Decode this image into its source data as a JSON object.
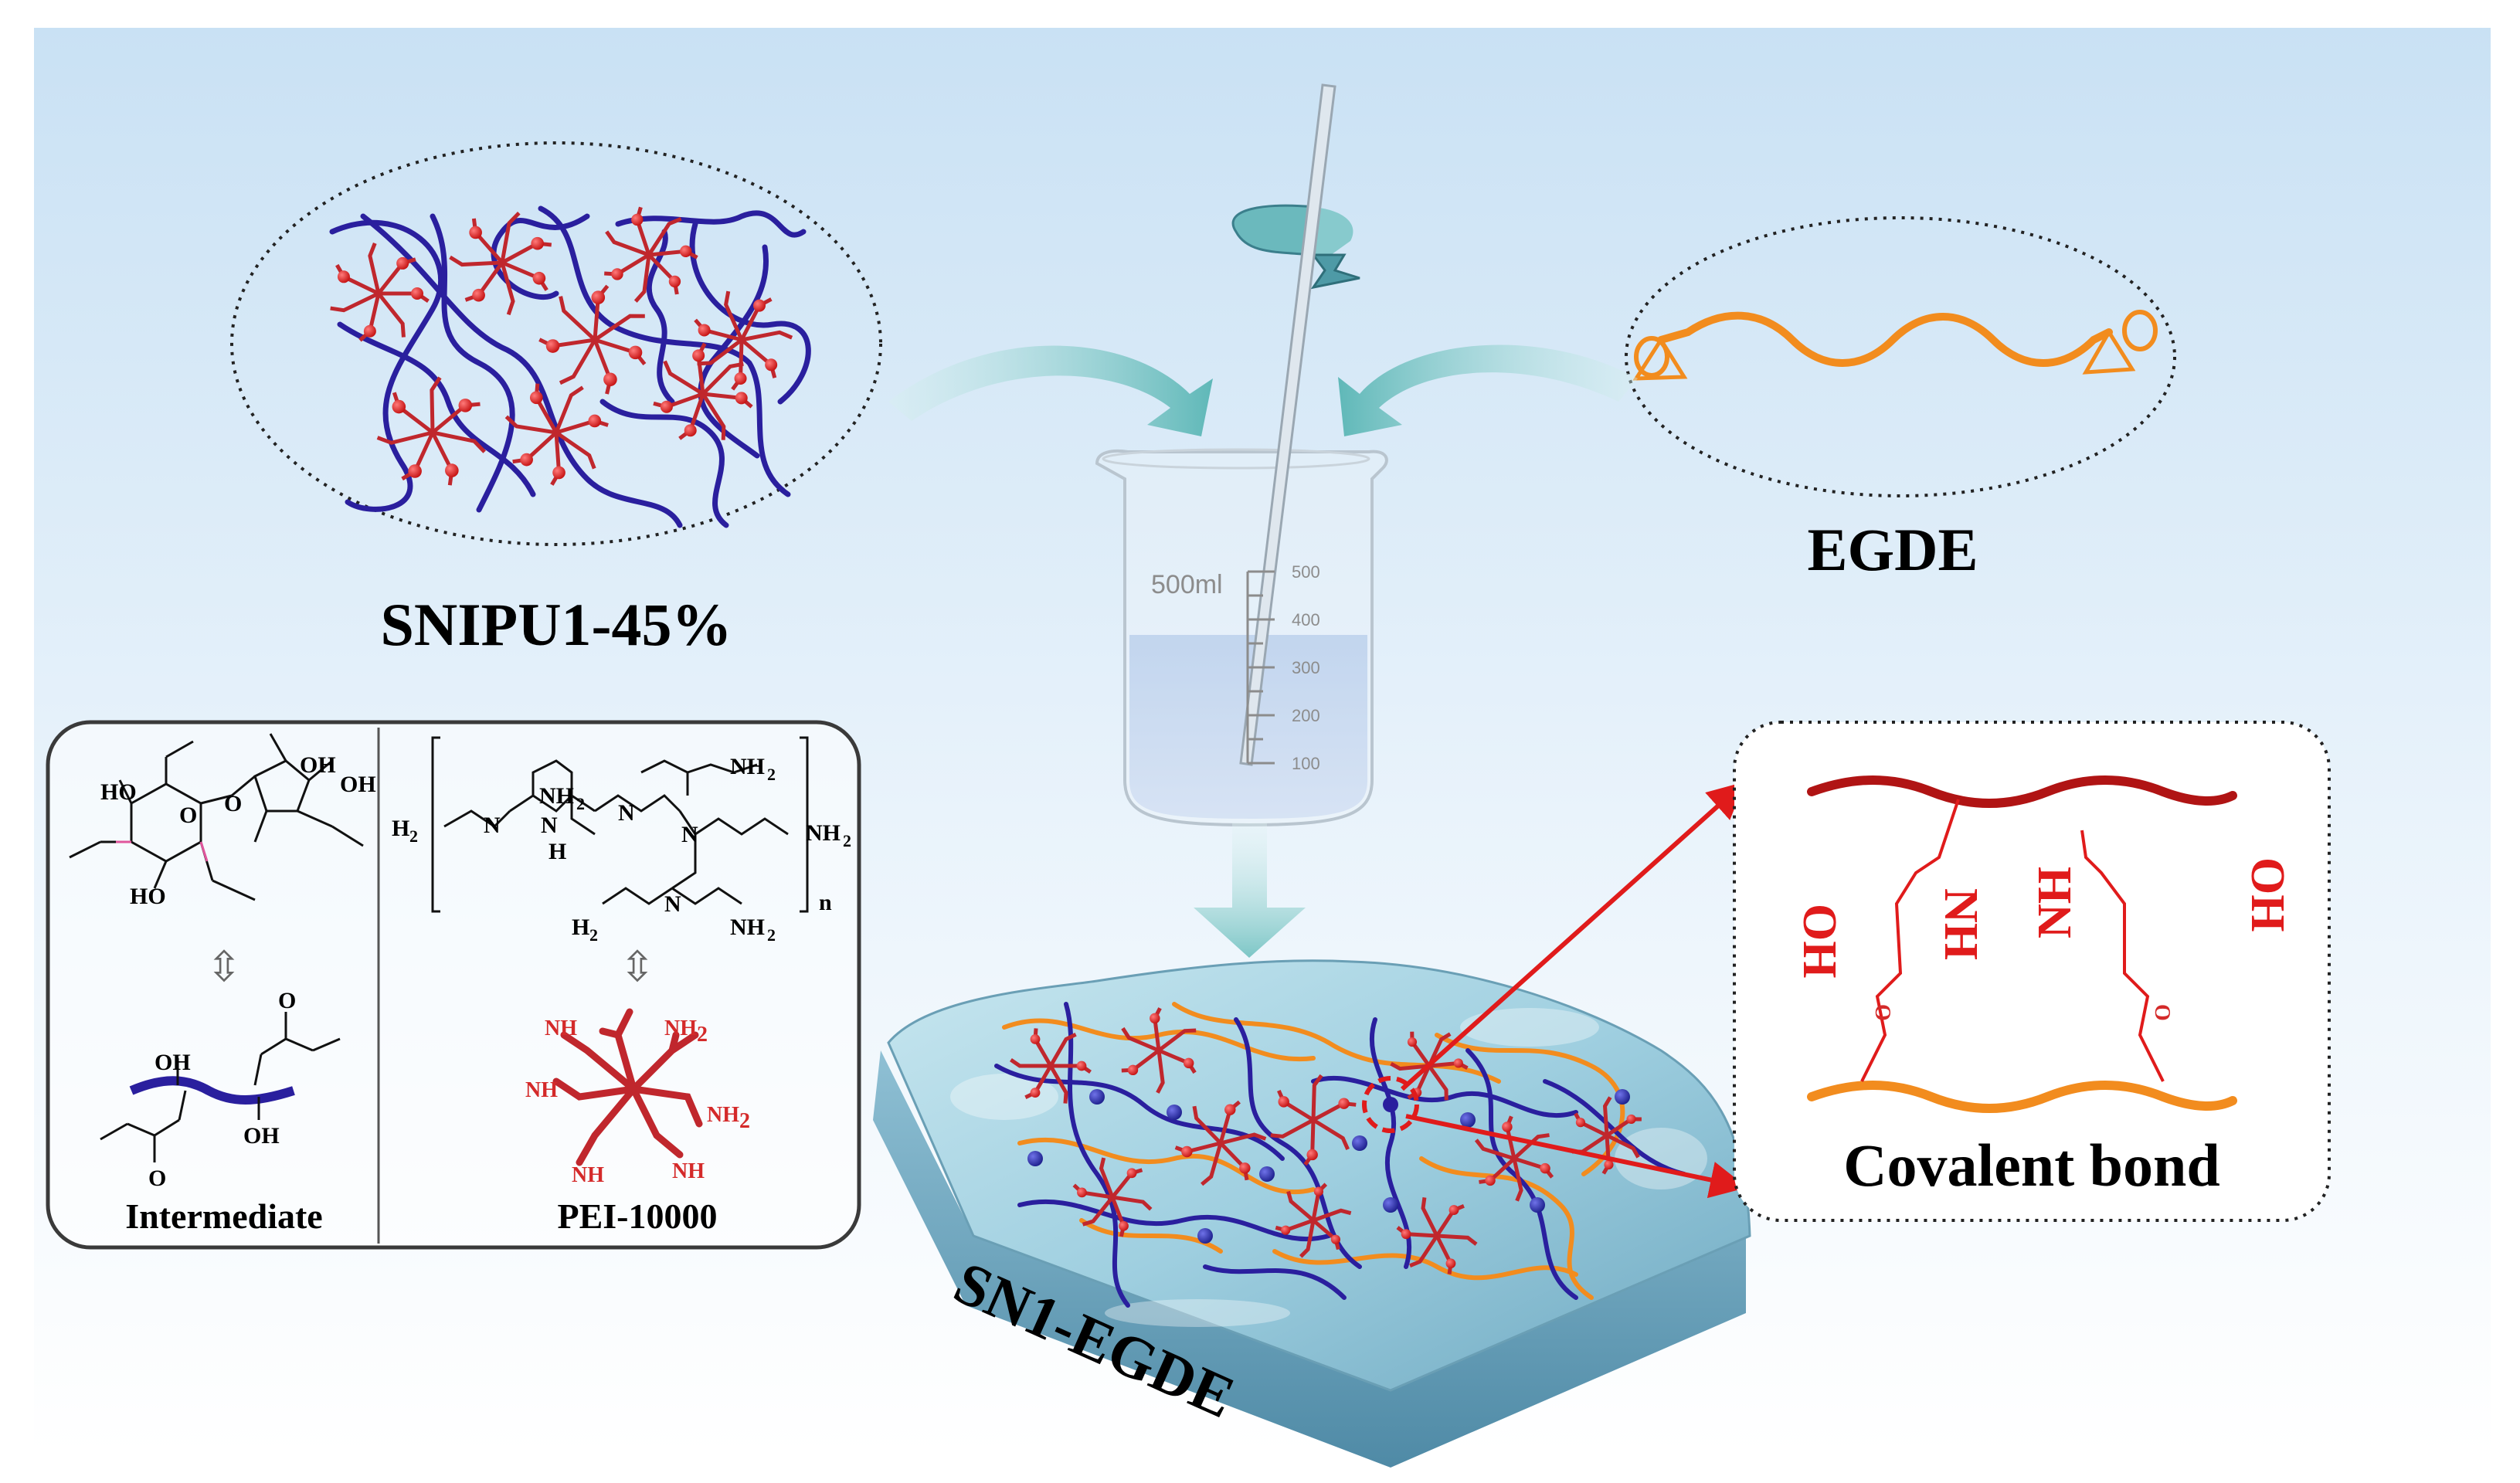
{
  "labels": {
    "snipu": "SNIPU1-45%",
    "egde": "EGDE",
    "covalent": "Covalent bond",
    "product": "SN1-EGDE",
    "intermediate": "Intermediate",
    "pei": "PEI-10000"
  },
  "beaker": {
    "volume_label": "500ml",
    "ticks": [
      "500",
      "400",
      "300",
      "200",
      "100"
    ]
  },
  "chem": {
    "ho": "HO",
    "oh": "OH",
    "o": "O",
    "nh": "NH",
    "nh2": "NH",
    "h2n": "H",
    "n": "N",
    "h": "H",
    "sub2": "2",
    "repeat_n": "n",
    "double_arrow": "⇳"
  },
  "colors": {
    "blue_chain": "#2a1f9e",
    "red_star": "#c0272d",
    "orange_chain": "#f28c1e",
    "arrow_teal": "#7cc6c6",
    "bond_red": "#e01b1b"
  }
}
